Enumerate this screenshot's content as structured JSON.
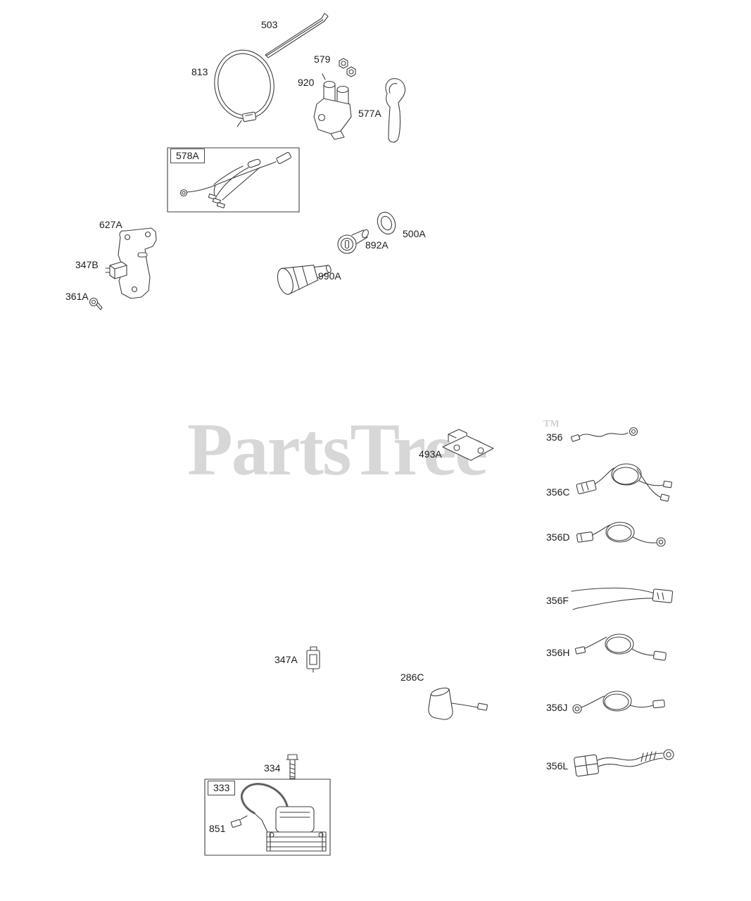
{
  "diagram": {
    "background_color": "#ffffff",
    "line_color": "#3f3f3f",
    "watermark": {
      "text": "PartsTree",
      "trademark": "TM",
      "color": "#d7d7d7"
    },
    "callouts": {
      "503": "503",
      "579": "579",
      "813": "813",
      "920": "920",
      "577A": "577A",
      "578A": "578A",
      "627A": "627A",
      "347B": "347B",
      "361A": "361A",
      "500A": "500A",
      "892A": "892A",
      "990A": "990A",
      "493A": "493A",
      "356": "356",
      "356C": "356C",
      "356D": "356D",
      "356F": "356F",
      "356H": "356H",
      "356J": "356J",
      "356L": "356L",
      "347A": "347A",
      "286C": "286C",
      "334": "334",
      "333": "333",
      "851": "851"
    }
  }
}
